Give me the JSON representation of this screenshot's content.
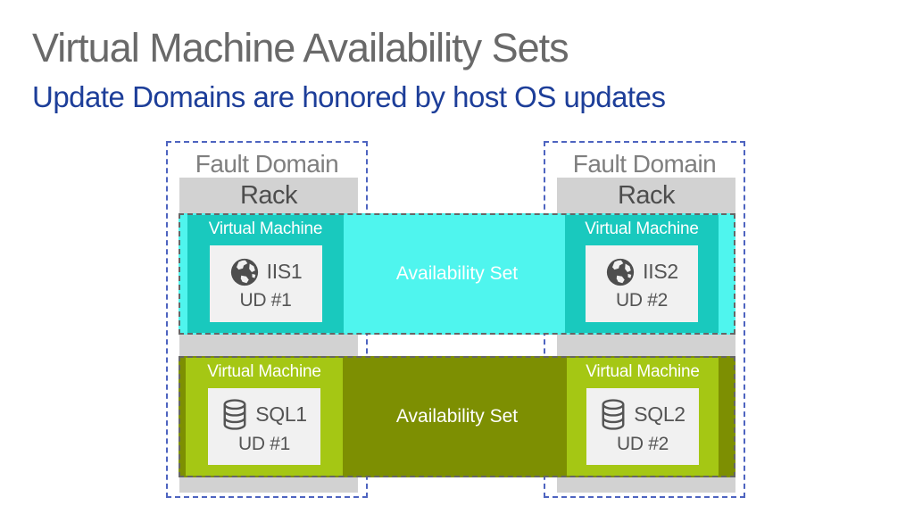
{
  "slide": {
    "title": "Virtual Machine Availability Sets",
    "subtitle": "Update Domains are honored by host OS updates"
  },
  "colors": {
    "title_text": "#696969",
    "subtitle_text": "#1d3e99",
    "fault_domain_border": "#4e64c0",
    "rack_gray": "#d2d2d2",
    "availability_set_web": "#4ff5ee",
    "vm_web": "#19c9be",
    "availability_set_sql": "#7d8f02",
    "vm_sql": "#a5c714",
    "inner_panel": "#f1f1f1",
    "dark_text": "#545454"
  },
  "fault_domains": [
    {
      "label": "Fault Domain",
      "rack_label": "Rack"
    },
    {
      "label": "Fault Domain",
      "rack_label": "Rack"
    }
  ],
  "availability_sets": [
    {
      "label": "Availability Set",
      "vms": [
        {
          "title": "Virtual Machine",
          "icon": "globe-icon",
          "name": "IIS1",
          "update_domain": "UD #1"
        },
        {
          "title": "Virtual Machine",
          "icon": "globe-icon",
          "name": "IIS2",
          "update_domain": "UD #2"
        }
      ]
    },
    {
      "label": "Availability Set",
      "vms": [
        {
          "title": "Virtual Machine",
          "icon": "database-icon",
          "name": "SQL1",
          "update_domain": "UD #1"
        },
        {
          "title": "Virtual Machine",
          "icon": "database-icon",
          "name": "SQL2",
          "update_domain": "UD #2"
        }
      ]
    }
  ]
}
